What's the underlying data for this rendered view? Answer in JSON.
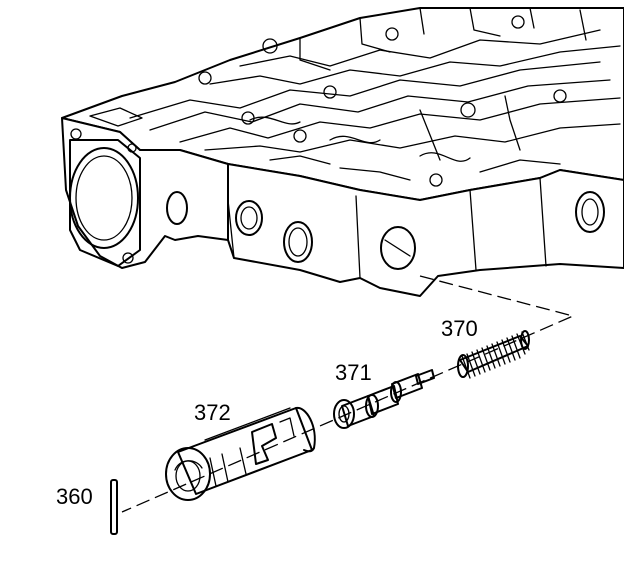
{
  "callouts": {
    "spring": "370",
    "valve": "371",
    "sleeve": "372",
    "pin": "360"
  },
  "colors": {
    "ink": "#000000",
    "paper": "#ffffff"
  }
}
